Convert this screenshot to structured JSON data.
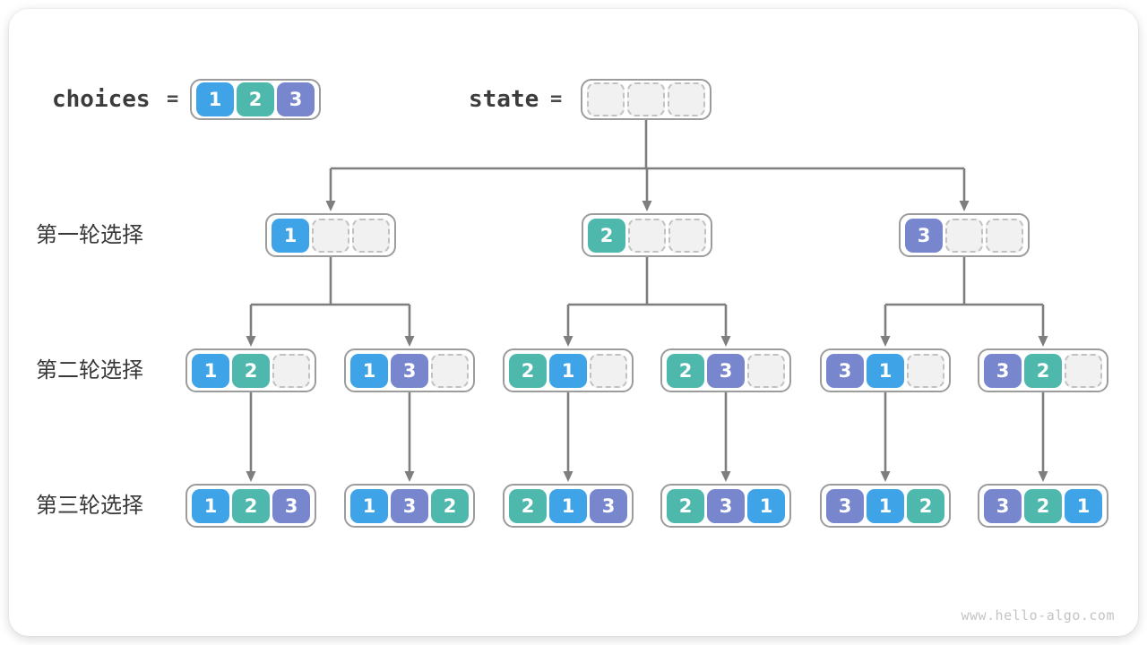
{
  "header": {
    "choices": {
      "label": "choices",
      "equals": "=",
      "cells": [
        "1",
        "2",
        "3"
      ]
    },
    "state": {
      "label": "state",
      "equals": "=",
      "cells": [
        "",
        "",
        ""
      ]
    }
  },
  "rows": [
    {
      "label": "第一轮选择",
      "nodes": [
        [
          "1",
          "",
          ""
        ],
        [
          "2",
          "",
          ""
        ],
        [
          "3",
          "",
          ""
        ]
      ]
    },
    {
      "label": "第二轮选择",
      "nodes": [
        [
          "1",
          "2",
          ""
        ],
        [
          "1",
          "3",
          ""
        ],
        [
          "2",
          "1",
          ""
        ],
        [
          "2",
          "3",
          ""
        ],
        [
          "3",
          "1",
          ""
        ],
        [
          "3",
          "2",
          ""
        ]
      ]
    },
    {
      "label": "第三轮选择",
      "nodes": [
        [
          "1",
          "2",
          "3"
        ],
        [
          "1",
          "3",
          "2"
        ],
        [
          "2",
          "1",
          "3"
        ],
        [
          "2",
          "3",
          "1"
        ],
        [
          "3",
          "1",
          "2"
        ],
        [
          "3",
          "2",
          "1"
        ]
      ]
    }
  ],
  "colors": {
    "v1": "#3fa3e8",
    "v2": "#4db8ab",
    "v3": "#7886cd",
    "empty_fill": "#f1f1f1",
    "arrow": "#7e7e7e",
    "node_border": "#9c9c9c"
  },
  "footer": {
    "watermark": "www.hello-algo.com"
  }
}
